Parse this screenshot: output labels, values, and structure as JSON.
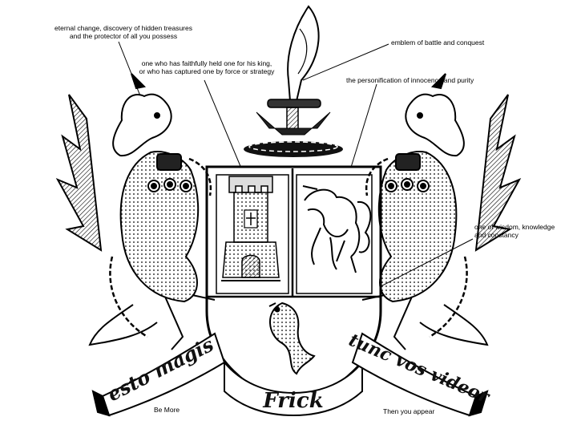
{
  "annotations": {
    "treasure": "eternal change, discovery of hidden treasures\nand the protector of all you possess",
    "sword": "emblem of battle and conquest",
    "tower": "one who has faithfully held one for his king,\nor who has captured one by force or strategy",
    "unicorn": "the personification of innocence and purity",
    "dolphin": "one of wisdom, knowledge\nand constancy"
  },
  "motto": {
    "left": "esto magis",
    "center": "Frick",
    "right": "tunc vos videor"
  },
  "translations": {
    "left": "Be More",
    "right": "Then you appear"
  },
  "colors": {
    "ink": "#000000",
    "paper": "#ffffff",
    "shade": "#555555"
  }
}
